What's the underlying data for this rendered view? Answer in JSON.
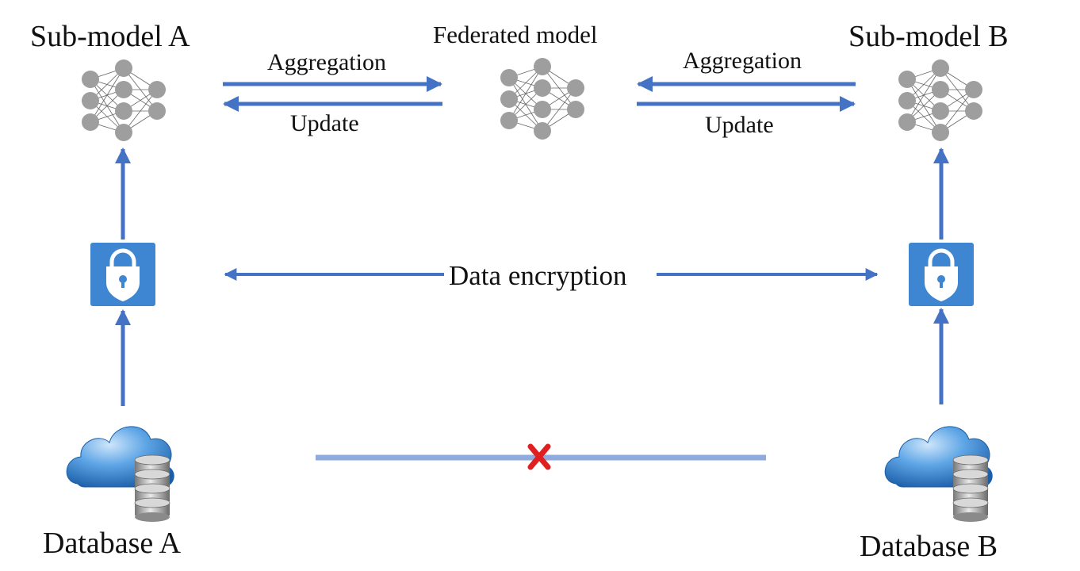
{
  "nodes": {
    "submodel_a": "Sub-model A",
    "federated": "Federated model",
    "submodel_b": "Sub-model B",
    "database_a": "Database A",
    "database_b": "Database B"
  },
  "edges": {
    "aggregation_left": "Aggregation",
    "update_left": "Update",
    "aggregation_right": "Aggregation",
    "update_right": "Update",
    "encryption": "Data encryption"
  },
  "colors": {
    "arrow": "#4472C4",
    "lock_box": "#3F86D2",
    "neuron": "#9E9E9E",
    "no_link": "#8FAADC",
    "cross": "#E02020"
  },
  "icons": [
    "neural-network-icon",
    "lock-icon",
    "cloud-database-icon",
    "cross-icon"
  ]
}
